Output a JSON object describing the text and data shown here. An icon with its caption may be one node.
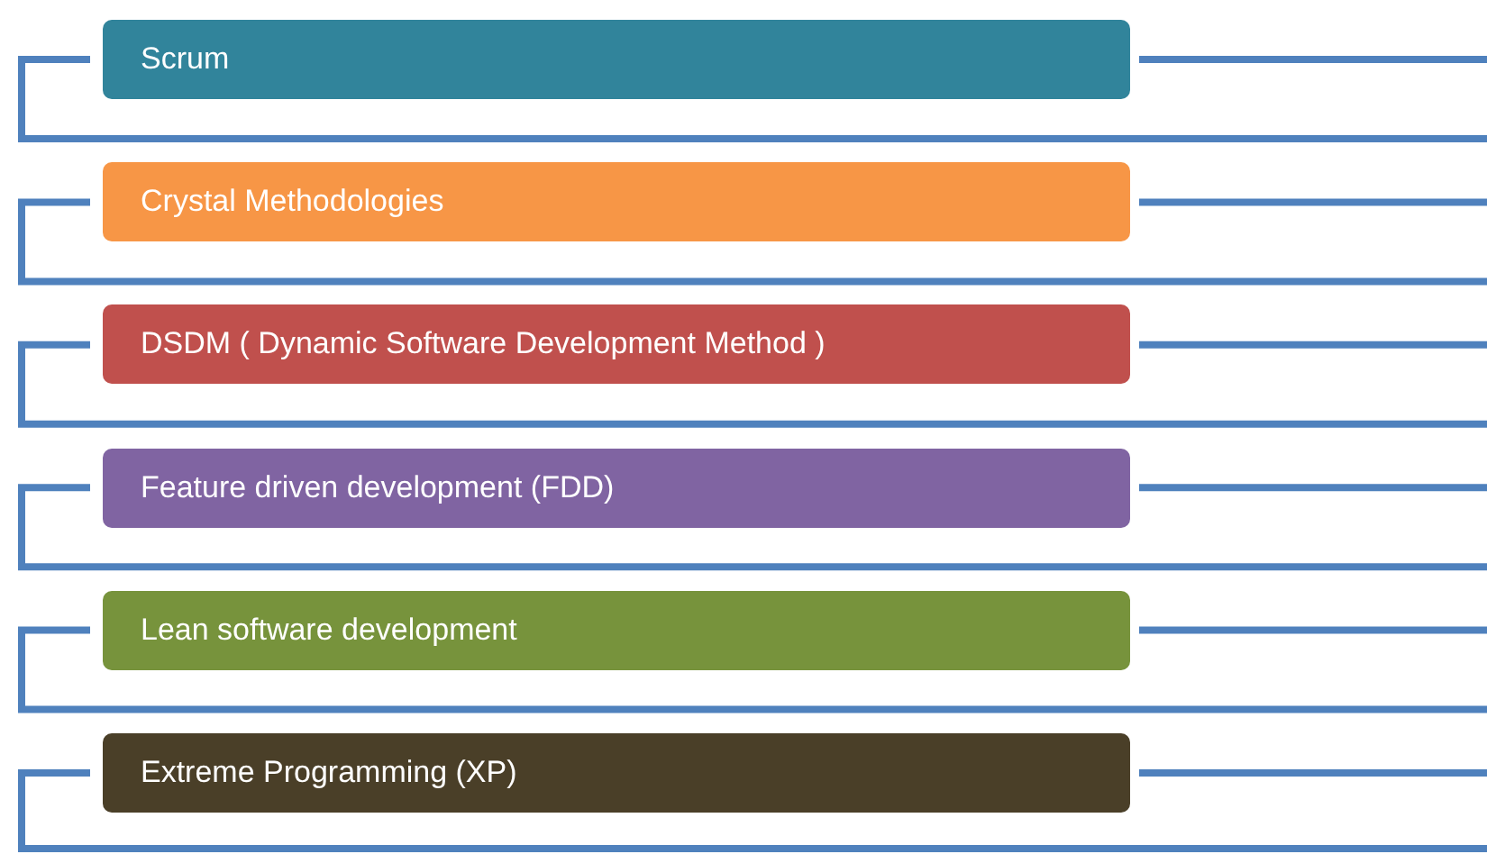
{
  "diagram": {
    "nodes": [
      {
        "text": [
          "Scrum"
        ]
      },
      {
        "text": [
          "Crystal Methodologies"
        ]
      },
      {
        "text": [
          "DSDM ( Dynamic Software Development Method )"
        ]
      },
      {
        "text": [
          "Feature driven development (FDD)"
        ]
      },
      {
        "text": [
          "Lean software development"
        ]
      },
      {
        "text": [
          "Extreme Programming (XP)"
        ]
      }
    ]
  }
}
